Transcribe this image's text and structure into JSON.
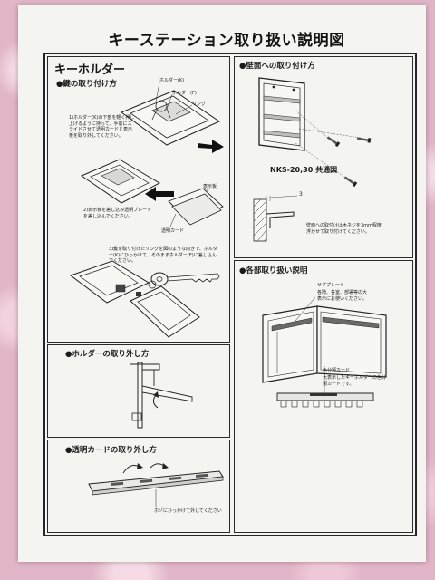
{
  "title": "キーステーション取り扱い説明図",
  "key_holder": {
    "heading": "キーホルダー",
    "attach": {
      "subheading": "●鍵の取り付け方",
      "labels": {
        "holder_k": "ホルダー(K)",
        "holder_f": "ホルダー(F)",
        "ring": "リング",
        "display_plate": "表示板",
        "clear_card": "透明カード"
      },
      "step1": "1)ホルダー(K)の下部を軽く押し上げるように持って、手前にスライドさせて透明カードと表示板を取り外してください。",
      "step2": "2)表示板を差し込み透明プレートを差し込んでください。",
      "step3": "3)鍵を取り付けたリングを図のような向きで、ホルダー(K)にひっかけて、そのままホルダー(F)に差し込んでください。"
    }
  },
  "holder_removal": {
    "subheading": "●ホルダーの取り外し方"
  },
  "card_removal": {
    "subheading": "●透明カードの取り外し方",
    "note": "ホゾにひっかけて外してください"
  },
  "wall_mount": {
    "subheading": "●壁面への取り付け方",
    "model": "NKS-20,30 共通図",
    "dimension": "3",
    "note": "壁面への取付けは木ネジを3mm程度浮かせて取り付けてください。"
  },
  "parts": {
    "subheading": "●各部取り扱い説明",
    "sub_plate": "サブプレート",
    "sub_plate_note": "各階、各室、部署等の大表示にお使いください。",
    "color_card": "色分類カード",
    "color_card_note": "大表示したキーホルダーの色分類カードです。"
  }
}
